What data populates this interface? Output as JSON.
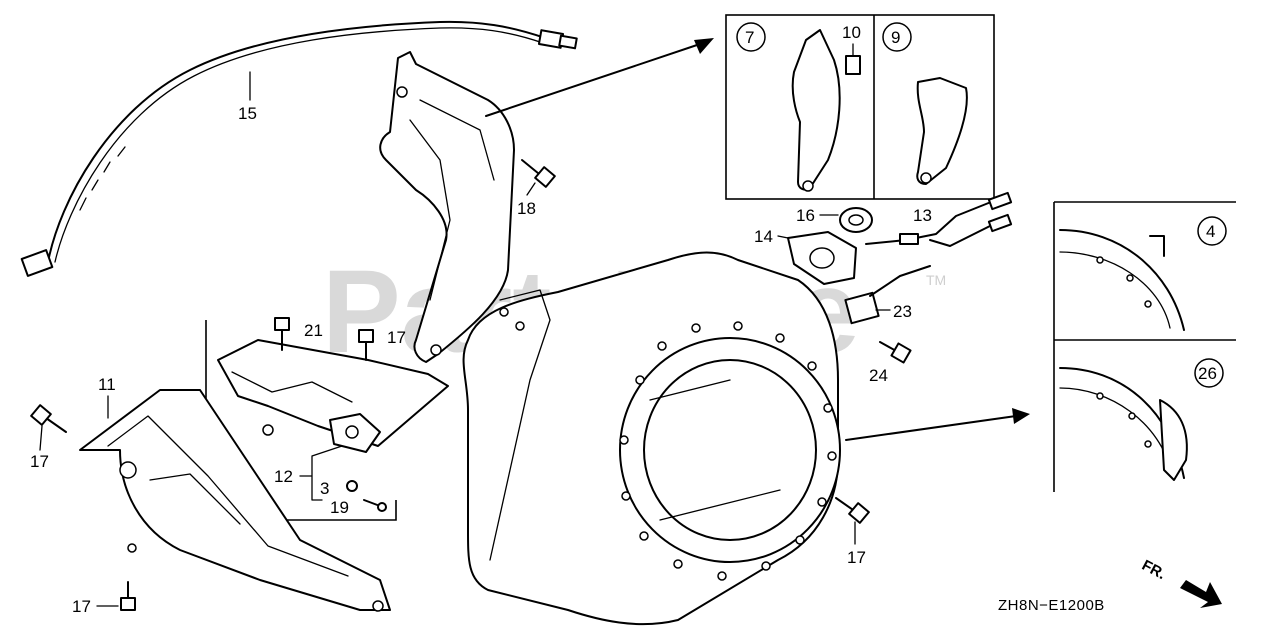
{
  "watermark": {
    "text": "PartsTree",
    "trademark": "TM"
  },
  "diagram_code": "ZH8N−E1200B",
  "front_indicator": "FR.",
  "callouts": {
    "c15": "15",
    "c18": "18",
    "c21": "21",
    "c17a": "17",
    "c11": "11",
    "c17b": "17",
    "c17c": "17",
    "c12": "12",
    "c3": "3",
    "c19": "19",
    "c16": "16",
    "c13": "13",
    "c14": "14",
    "c23": "23",
    "c24": "24",
    "c17d": "17",
    "c10": "10"
  },
  "inset_labels": {
    "i7": "7",
    "i9": "9",
    "i4": "4",
    "i26": "26"
  }
}
